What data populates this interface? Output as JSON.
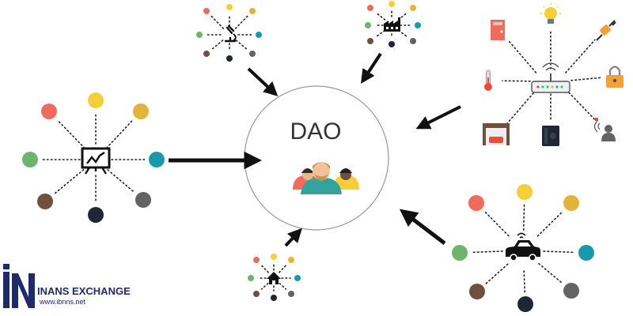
{
  "center": {
    "title": "DAO"
  },
  "logo": {
    "name": "INANS EXCHANGE",
    "url": "www.ibnns.net"
  },
  "colors": {
    "red": "#ef6b5b",
    "yellow": "#f4cf3a",
    "gold": "#e3b33c",
    "green": "#6fb46d",
    "teal": "#1a99aa",
    "brown": "#6f4f3f",
    "gray": "#636363",
    "navy": "#1f2737",
    "arrow": "#111111",
    "circle": "#999999",
    "logo": "#1f2a6b"
  },
  "hubs": [
    {
      "id": "science",
      "icon": "microscope-icon"
    },
    {
      "id": "industry",
      "icon": "factory-icon"
    },
    {
      "id": "analytics",
      "icon": "presentation-chart-icon"
    },
    {
      "id": "home",
      "icon": "house-icon"
    },
    {
      "id": "vehicle",
      "icon": "connected-car-icon"
    },
    {
      "id": "iot",
      "icon": "wifi-router-icon"
    }
  ],
  "iot_devices": [
    "door-icon",
    "lightbulb-icon",
    "plug-icon",
    "thermometer-icon",
    "padlock-icon",
    "garage-icon",
    "speaker-icon",
    "voice-user-icon"
  ]
}
